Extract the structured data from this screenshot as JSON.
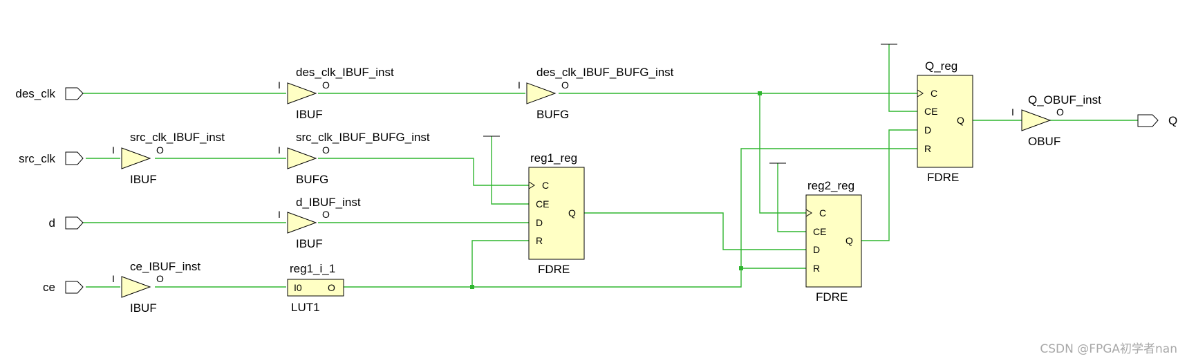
{
  "colors": {
    "wire": "#2fb52f",
    "block_fill": "#ffffc4",
    "block_border": "#000000"
  },
  "ports": {
    "des_clk": "des_clk",
    "src_clk": "src_clk",
    "d": "d",
    "ce": "ce",
    "q": "Q"
  },
  "cells": {
    "des_clk_ibuf": {
      "name": "des_clk_IBUF_inst",
      "type": "IBUF",
      "in": "I",
      "out": "O"
    },
    "des_clk_bufg": {
      "name": "des_clk_IBUF_BUFG_inst",
      "type": "BUFG",
      "in": "I",
      "out": "O"
    },
    "src_clk_ibuf": {
      "name": "src_clk_IBUF_inst",
      "type": "IBUF",
      "in": "I",
      "out": "O"
    },
    "src_clk_bufg": {
      "name": "src_clk_IBUF_BUFG_inst",
      "type": "BUFG",
      "in": "I",
      "out": "O"
    },
    "d_ibuf": {
      "name": "d_IBUF_inst",
      "type": "IBUF",
      "in": "I",
      "out": "O"
    },
    "ce_ibuf": {
      "name": "ce_IBUF_inst",
      "type": "IBUF",
      "in": "I",
      "out": "O"
    },
    "lut": {
      "name": "reg1_i_1",
      "type": "LUT1",
      "in": "I0",
      "out": "O"
    },
    "reg1": {
      "name": "reg1_reg",
      "type": "FDRE",
      "pins": {
        "c": "C",
        "ce": "CE",
        "d": "D",
        "r": "R",
        "q": "Q"
      }
    },
    "reg2": {
      "name": "reg2_reg",
      "type": "FDRE",
      "pins": {
        "c": "C",
        "ce": "CE",
        "d": "D",
        "r": "R",
        "q": "Q"
      }
    },
    "qreg": {
      "name": "Q_reg",
      "type": "FDRE",
      "pins": {
        "c": "C",
        "ce": "CE",
        "d": "D",
        "r": "R",
        "q": "Q"
      }
    },
    "q_obuf": {
      "name": "Q_OBUF_inst",
      "type": "OBUF",
      "in": "I",
      "out": "O"
    }
  },
  "watermark": "CSDN @FPGA初学者nan"
}
